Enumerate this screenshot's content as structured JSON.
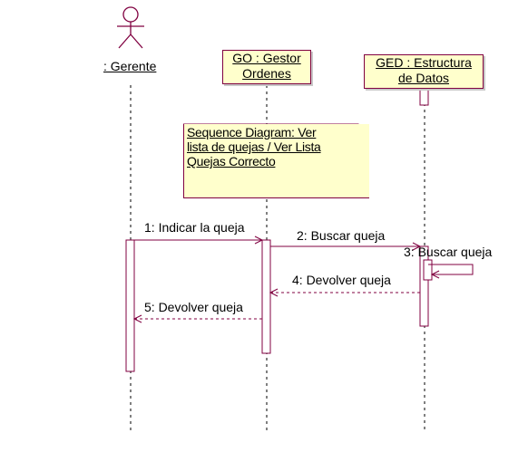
{
  "diagram_type": "sequence",
  "colors": {
    "line": "#800040",
    "fill": "#ffffcc",
    "shadow": "#c8c8c8"
  },
  "participants": [
    {
      "id": "gerente",
      "kind": "actor",
      "label": ": Gerente"
    },
    {
      "id": "go",
      "kind": "object",
      "label_lines": [
        "GO : Gestor",
        "Ordenes"
      ]
    },
    {
      "id": "ged",
      "kind": "object",
      "label_lines": [
        "GED : Estructura",
        "de Datos"
      ]
    }
  ],
  "note": {
    "lines": [
      "Sequence Diagram: Ver",
      "lista de quejas / Ver Lista",
      "Quejas Correcto"
    ]
  },
  "messages": [
    {
      "n": 1,
      "text": "1: Indicar la queja",
      "from": "gerente",
      "to": "go",
      "style": "solid"
    },
    {
      "n": 2,
      "text": "2: Buscar queja",
      "from": "go",
      "to": "ged",
      "style": "solid"
    },
    {
      "n": 3,
      "text": "3: Buscar queja",
      "from": "ged",
      "to": "ged",
      "style": "solid"
    },
    {
      "n": 4,
      "text": "4: Devolver queja",
      "from": "ged",
      "to": "go",
      "style": "dashed"
    },
    {
      "n": 5,
      "text": "5: Devolver queja",
      "from": "go",
      "to": "gerente",
      "style": "dashed"
    }
  ]
}
